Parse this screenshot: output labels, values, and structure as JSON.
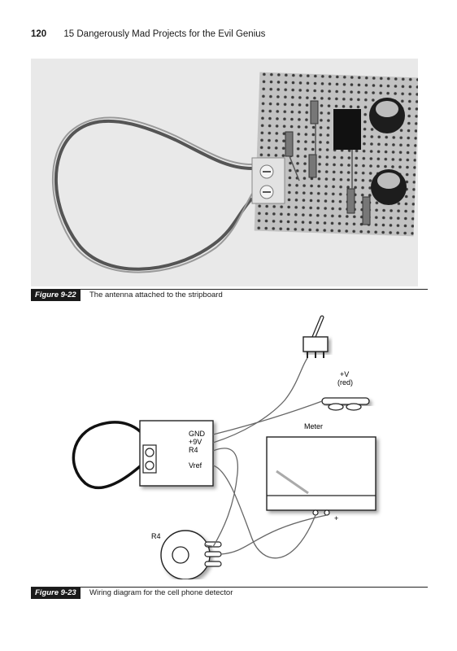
{
  "header": {
    "page_number": "120",
    "book_title": "15 Dangerously Mad Projects for the Evil Genius"
  },
  "figure1": {
    "label": "Figure 9-22",
    "caption": "The antenna attached to the stripboard"
  },
  "figure2": {
    "label": "Figure 9-23",
    "caption": "Wiring diagram for the cell phone detector",
    "labels": {
      "gnd": "GND",
      "v9": "+9V",
      "r4_pin": "R4",
      "vref": "Vref",
      "vplus": "+V",
      "red": "(red)",
      "meter": "Meter",
      "plus": "+",
      "r4": "R4"
    }
  }
}
